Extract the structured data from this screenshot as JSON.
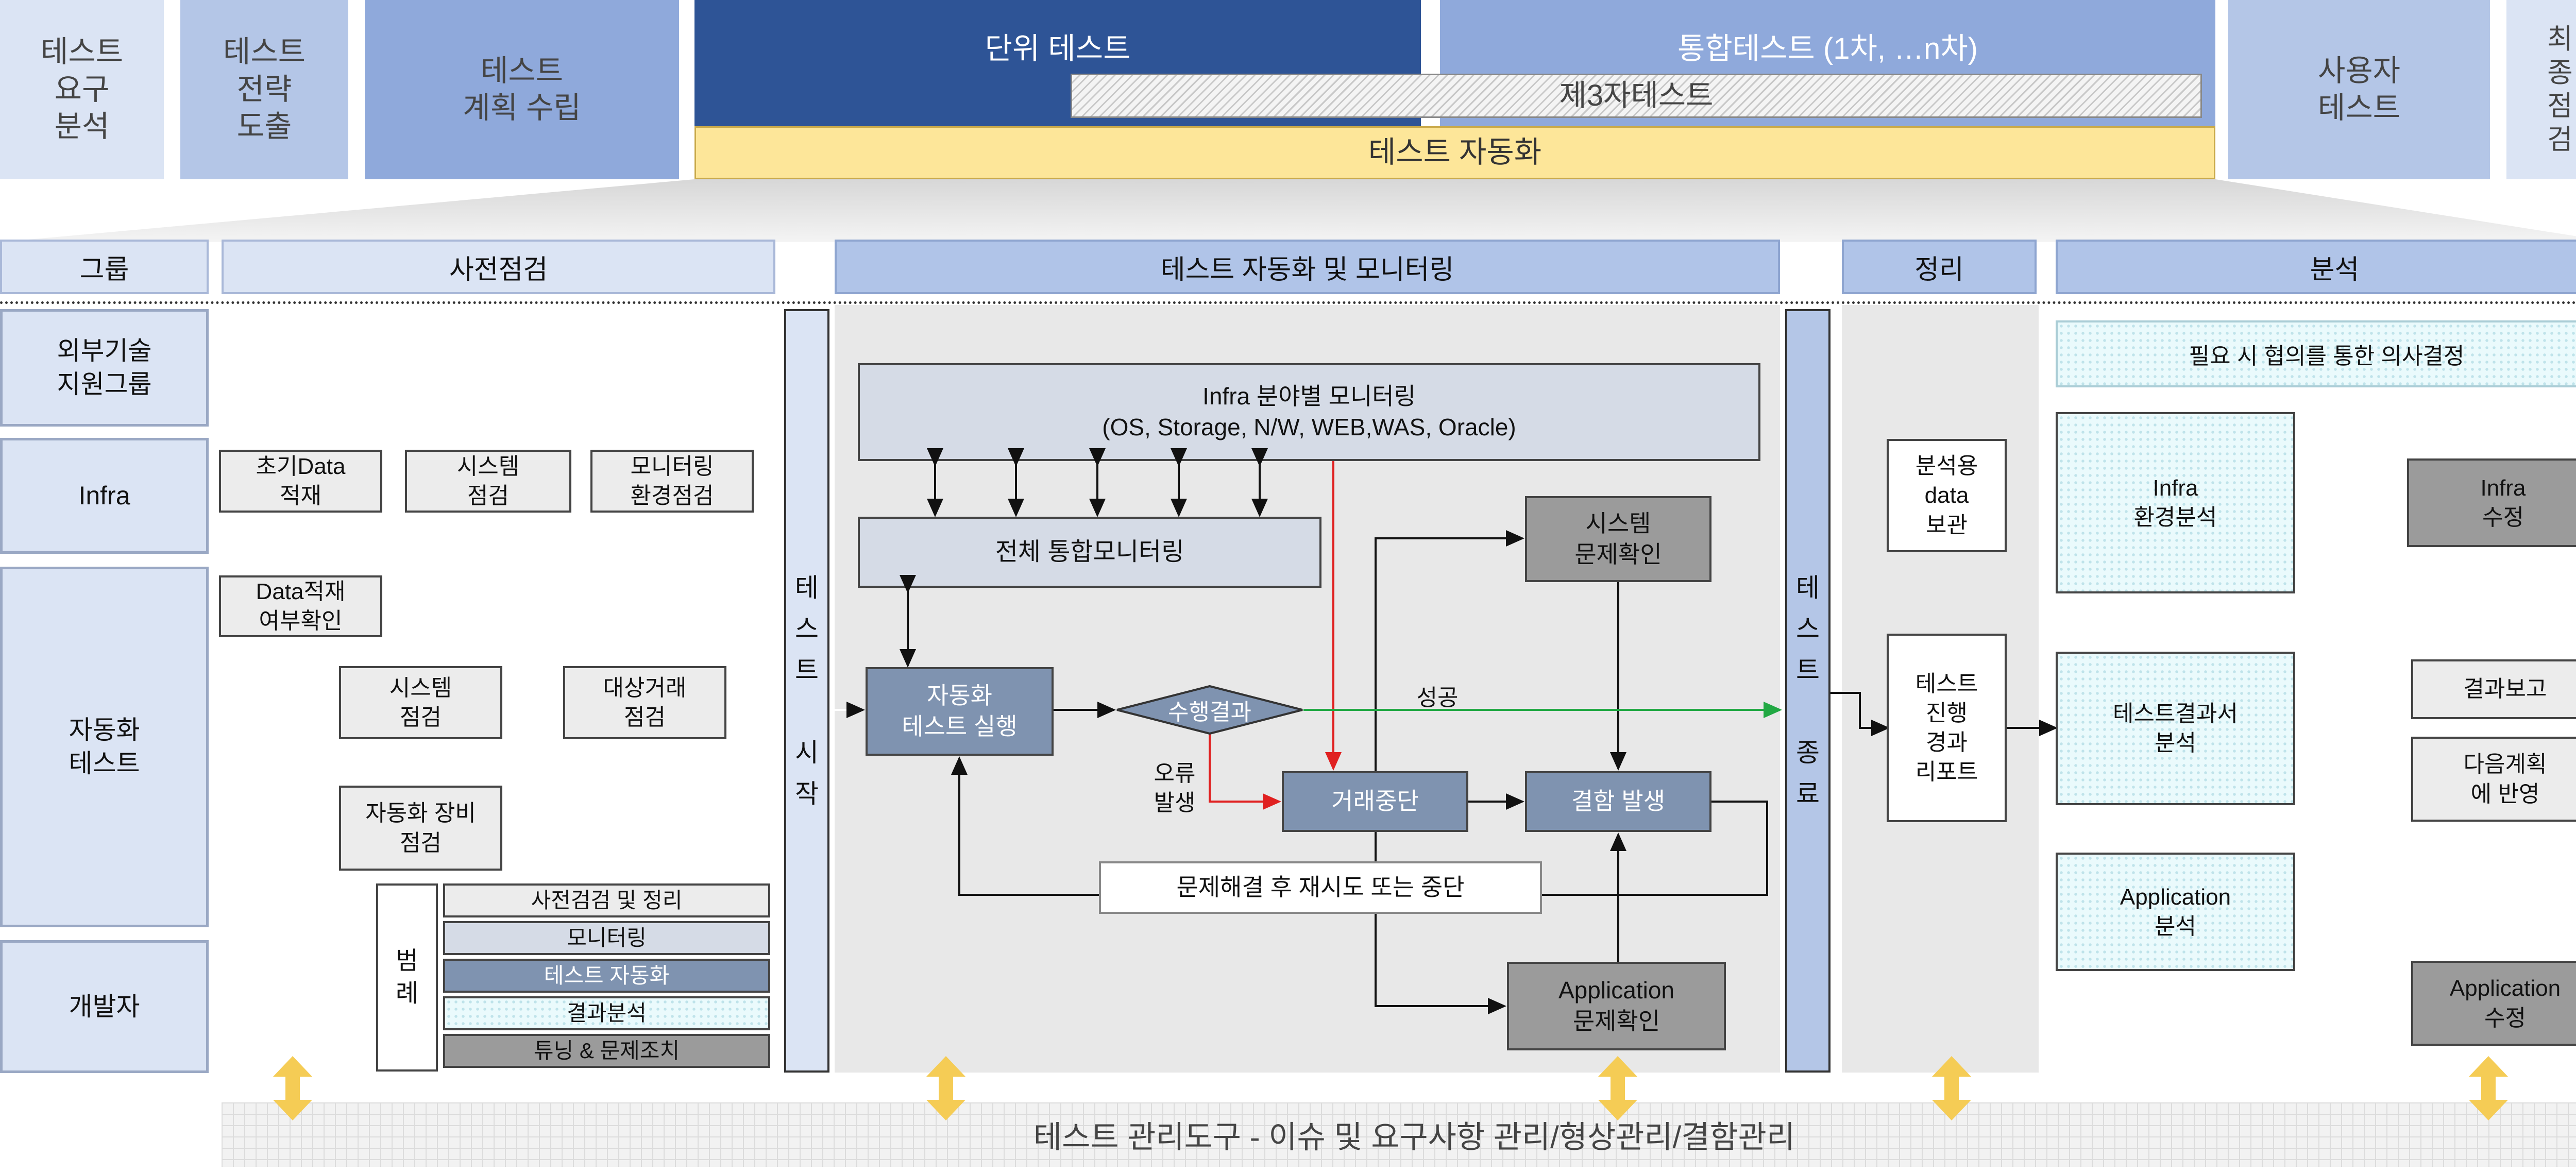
{
  "phases": {
    "req": "테스트\n요구\n분석",
    "strategy": "테스트\n전략\n도출",
    "plan": "테스트\n계획 수립",
    "unit": "단위 테스트",
    "integration": "통합테스트 (1차, …n차)",
    "third_party": "제3자테스트",
    "automation": "테스트 자동화",
    "user": "사용자\n테스트",
    "final": "최\n종\n점\n검"
  },
  "headers": {
    "group": "그룹",
    "precheck": "사전점검",
    "automation_monitoring": "테스트 자동화 및 모니터링",
    "cleanup": "정리",
    "analysis": "분석"
  },
  "groups": {
    "external": "외부기술\n지원그룹",
    "infra": "Infra",
    "autotest": "자동화\n테스트",
    "developer": "개발자"
  },
  "precheck": {
    "initial_data": "초기Data\n적재",
    "system_check_1": "시스템\n점검",
    "monitoring_env": "모니터링\n환경점검",
    "data_confirm": "Data적재\n여부확인",
    "system_check_2": "시스템\n점검",
    "target_trans": "대상거래\n점검",
    "auto_equip": "자동화 장비\n점검"
  },
  "legend": {
    "title": "범\n례",
    "items": [
      "사전검검 및 정리",
      "모니터링",
      "테스트 자동화",
      "결과분석",
      "튜닝 & 문제조치"
    ]
  },
  "bars": {
    "start": "테\n스\n트\n\n시\n작",
    "end": "테\n스\n트\n\n종\n료"
  },
  "flow": {
    "infra_monitoring": "Infra 분야별 모니터링\n(OS, Storage, N/W, WEB,WAS, Oracle)",
    "integrated_monitoring": "전체 통합모니터링",
    "auto_exec": "자동화\n테스트 실행",
    "result": "수행결과",
    "success": "성공",
    "error": "오류\n발생",
    "trans_stop": "거래중단",
    "defect": "결함 발생",
    "system_issue": "시스템\n문제확인",
    "app_issue": "Application\n문제확인",
    "retry": "문제해결 후 재시도 또는 중단"
  },
  "cleanup": {
    "data_store": "분석용\ndata\n보관",
    "report": "테스트\n진행\n경과\n리포트"
  },
  "analysis": {
    "decision": "필요 시 협의를 통한 의사결정",
    "infra_env": "Infra\n환경분석",
    "result_doc": "테스트결과서\n분석",
    "application": "Application\n분석",
    "infra_fix": "Infra\n수정",
    "result_report": "결과보고",
    "next_plan": "다음계획\n에 반영",
    "app_fix": "Application\n수정"
  },
  "footer": "테스트 관리도구 - 이슈 및 요구사항 관리/형상관리/결함관리",
  "colors": {
    "navy": "#2e5496",
    "light_blue": "#dbe4f4",
    "mid_blue": "#8fa9db",
    "yellow": "#fde699",
    "auto_box": "#7f93b0",
    "success_arrow": "#21a843",
    "error_arrow": "#e02020"
  }
}
